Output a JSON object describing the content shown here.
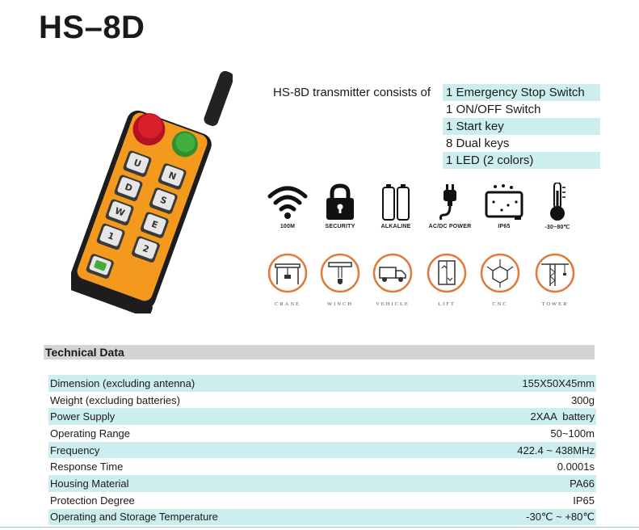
{
  "title": "HS–8D",
  "consists": {
    "lead": "HS-8D transmitter consists of",
    "items": [
      "1 Emergency Stop Switch",
      "1 ON/OFF Switch",
      "1 Start key",
      "8 Dual keys",
      "1 LED (2 colors)"
    ]
  },
  "remote": {
    "keys_left": [
      "U",
      "D",
      "W",
      "1"
    ],
    "keys_right": [
      "N",
      "S",
      "E",
      "2"
    ]
  },
  "features": [
    {
      "icon": "wifi-icon",
      "label": "100M"
    },
    {
      "icon": "lock-icon",
      "label": "SECURITY"
    },
    {
      "icon": "battery-icon",
      "label": "ALKALINE"
    },
    {
      "icon": "plug-icon",
      "label": "AC/DC POWER"
    },
    {
      "icon": "rain-icon",
      "label": "IP65"
    },
    {
      "icon": "thermometer-icon",
      "label": "-30~80℃"
    }
  ],
  "applications": [
    {
      "icon": "crane-icon",
      "label": "CRANE"
    },
    {
      "icon": "winch-icon",
      "label": "WINCH"
    },
    {
      "icon": "vehicle-icon",
      "label": "VEHICLE"
    },
    {
      "icon": "lift-icon",
      "label": "LIFT"
    },
    {
      "icon": "cnc-icon",
      "label": "CNC"
    },
    {
      "icon": "tower-icon",
      "label": "TOWER"
    }
  ],
  "technical": {
    "header": "Technical Data",
    "rows": [
      {
        "label": "Dimension (excluding antenna)",
        "value": "155X50X45mm"
      },
      {
        "label": "Weight (excluding batteries)",
        "value": "300g"
      },
      {
        "label": "Power Supply",
        "value": "2XAA  battery"
      },
      {
        "label": "Operating Range",
        "value": "50~100m"
      },
      {
        "label": "Frequency",
        "value": "422.4 ~ 438MHz"
      },
      {
        "label": "Response Time",
        "value": "0.0001s"
      },
      {
        "label": "Housing Material",
        "value": "PA66"
      },
      {
        "label": "Protection Degree",
        "value": "IP65"
      },
      {
        "label": "Operating and Storage Temperature",
        "value": "-30℃ ~ +80℃"
      }
    ]
  },
  "colors": {
    "row_shade": "#cdeeef",
    "header_bg": "#d4d4d4",
    "remote_orange": "#f39a1e",
    "icon_ring": "#e07a3a"
  }
}
